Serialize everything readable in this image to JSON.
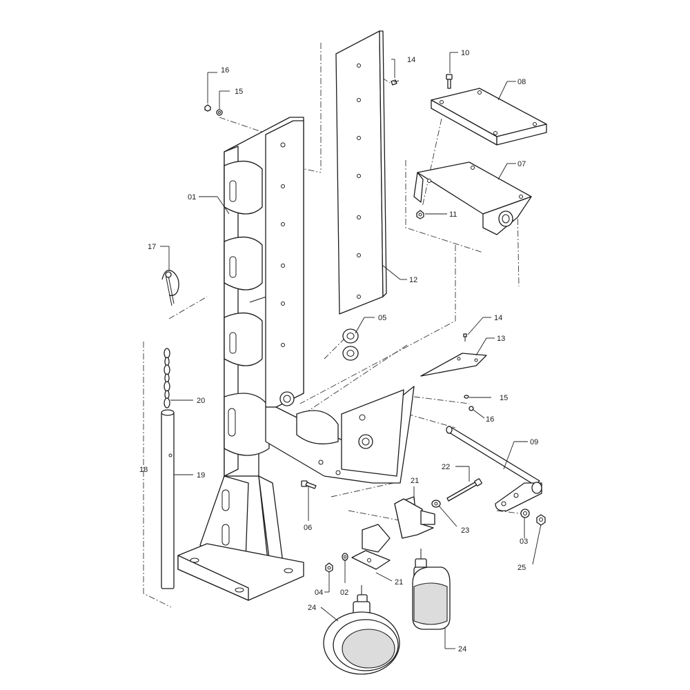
{
  "callouts": {
    "c01": "01",
    "c02": "02",
    "c03": "03",
    "c04": "04",
    "c05": "05",
    "c06": "06",
    "c07": "07",
    "c08": "08",
    "c09": "09",
    "c10": "10",
    "c11": "11",
    "c12": "12",
    "c13": "13",
    "c14a": "14",
    "c14b": "14",
    "c15a": "15",
    "c15b": "15",
    "c16a": "16",
    "c16b": "16",
    "c17": "17",
    "c18": "18",
    "c19": "19",
    "c20": "20",
    "c21a": "21",
    "c21b": "21",
    "c22": "22",
    "c23": "23",
    "c24a": "24",
    "c24b": "24",
    "c25": "25"
  }
}
